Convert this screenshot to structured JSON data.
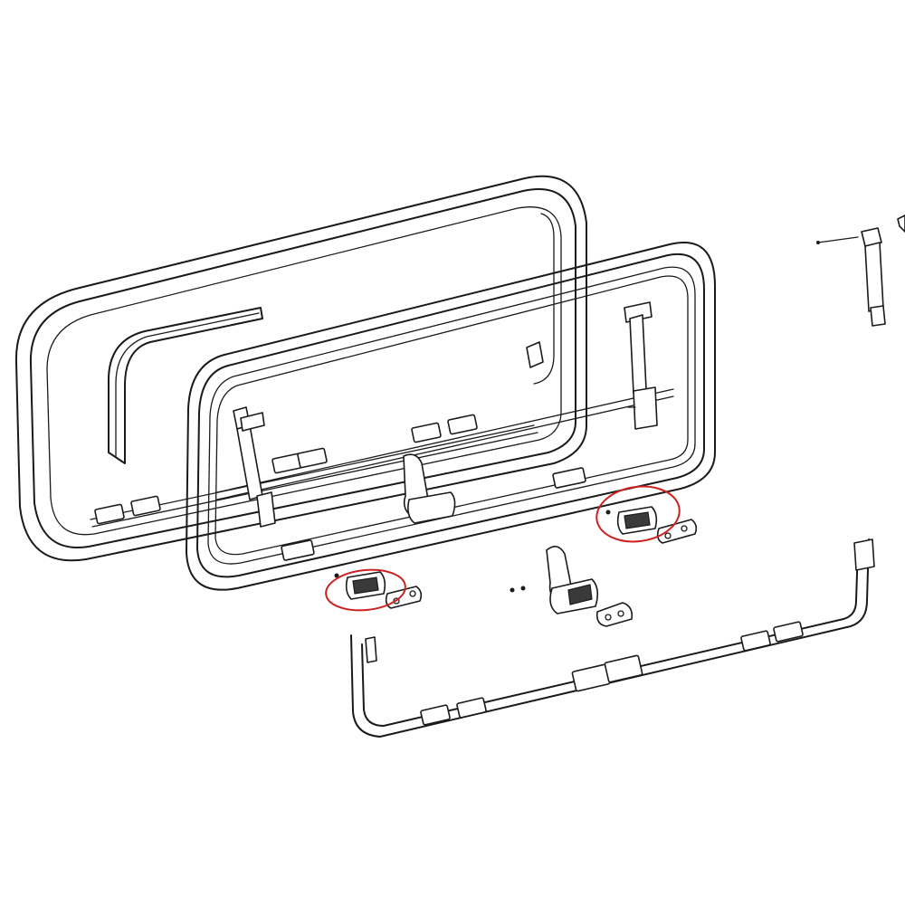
{
  "diagram": {
    "parts": [
      {
        "name": "outer-window-frame"
      },
      {
        "name": "window-sash-frame"
      },
      {
        "name": "stay-arm-assembly"
      },
      {
        "name": "center-latch-handle"
      },
      {
        "name": "latch-clip-left"
      },
      {
        "name": "latch-clip-right"
      },
      {
        "name": "bottom-hinge-rail"
      }
    ],
    "highlight_color": "#cc2222",
    "line_color": "#1a1a1a",
    "highlighted_parts": [
      "latch-clip-left",
      "latch-clip-right"
    ]
  }
}
